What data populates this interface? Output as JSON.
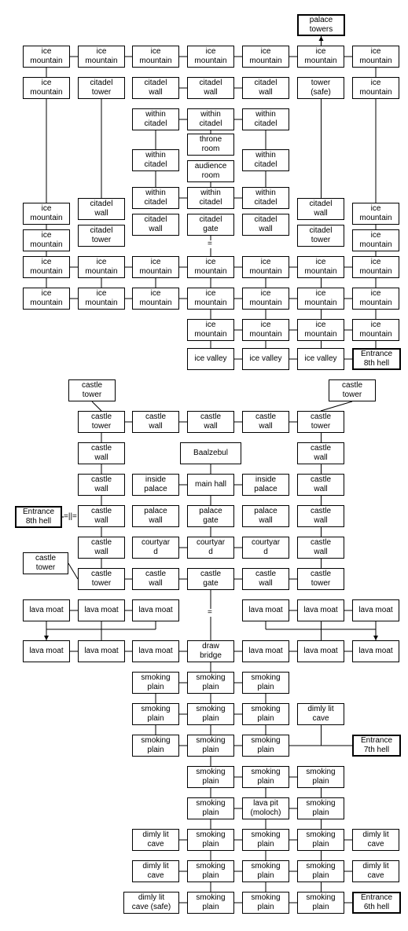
{
  "colors": {
    "line": "#000000",
    "box_border": "#000000",
    "background": "#ffffff"
  },
  "upper_map": {
    "exit": {
      "label": "palace\ntowers"
    },
    "row_1": {
      "cells": [
        "ice\nmountain",
        "ice\nmountain",
        "ice\nmountain",
        "ice\nmountain",
        "ice\nmountain",
        "ice\nmountain",
        "ice\nmountain"
      ]
    },
    "row_2": {
      "cells": [
        "ice\nmountain",
        "citadel\ntower",
        "citadel\nwall",
        "citadel\nwall",
        "citadel\nwall",
        "tower\n(safe)",
        "ice\nmountain"
      ]
    },
    "citadel_interior": {
      "row_a": [
        "within\ncitadel",
        "within\ncitadel",
        "within\ncitadel"
      ],
      "throne_room": "throne\nroom",
      "within_left": "within\ncitadel",
      "audience_room": "audience\nroom",
      "within_right": "within\ncitadel",
      "row_b": [
        "within\ncitadel",
        "within\ncitadel",
        "within\ncitadel"
      ],
      "row_c": [
        "citadel\nwall",
        "citadel\ngate",
        "citadel\nwall"
      ],
      "gate_symbol": "="
    },
    "side_cells": {
      "left_col": [
        "ice\nmountain",
        "ice\nmountain"
      ],
      "citadel_left": [
        "citadel\nwall",
        "citadel\ntower"
      ],
      "citadel_right": [
        "citadel\nwall",
        "citadel\ntower"
      ],
      "right_col": [
        "ice\nmountain",
        "ice\nmountain"
      ]
    },
    "row_3": {
      "cells": [
        "ice\nmountain",
        "ice\nmountain",
        "ice\nmountain",
        "ice\nmountain",
        "ice\nmountain",
        "ice\nmountain",
        "ice\nmountain"
      ]
    },
    "row_4": {
      "cells": [
        "ice\nmountain",
        "ice\nmountain",
        "ice\nmountain",
        "ice\nmountain",
        "ice\nmountain",
        "ice\nmountain",
        "ice\nmountain"
      ]
    },
    "row_5": {
      "cells": [
        "ice\nmountain",
        "ice\nmountain",
        "ice\nmountain",
        "ice\nmountain"
      ]
    },
    "row_6": {
      "cells": [
        "ice valley",
        "ice valley",
        "ice valley"
      ],
      "entrance": "Entrance\n8th hell"
    }
  },
  "lower_map": {
    "outer_towers": {
      "top_left": "castle\ntower",
      "top_right": "castle\ntower",
      "mid_left": "castle\ntower"
    },
    "entrance_8th": {
      "label": "Entrance\n8th hell",
      "door_symbol": "=||="
    },
    "row_1": {
      "cells": [
        "castle\ntower",
        "castle\nwall",
        "castle\nwall",
        "castle\nwall",
        "castle\ntower"
      ]
    },
    "row_2": {
      "left": "castle\nwall",
      "center": "Baalzebul",
      "right": "castle\nwall"
    },
    "row_3": {
      "cells": [
        "castle\nwall",
        "inside\npalace",
        "main hall",
        "inside\npalace",
        "castle\nwall"
      ]
    },
    "row_4": {
      "cells": [
        "castle\nwall",
        "palace\nwall",
        "palace\ngate",
        "palace\nwall",
        "castle\nwall"
      ]
    },
    "row_5": {
      "cells": [
        "castle\nwall",
        "courtyar\nd",
        "courtyar\nd",
        "courtyar\nd",
        "castle\nwall"
      ]
    },
    "row_6": {
      "cells": [
        "castle\ntower",
        "castle\nwall",
        "castle\ngate",
        "castle\nwall",
        "castle\ntower"
      ],
      "gate_symbol": "="
    },
    "moat_upper": {
      "cells": [
        "lava moat",
        "lava moat",
        "lava moat",
        "lava moat",
        "lava moat",
        "lava moat"
      ]
    },
    "moat_lower": {
      "cells": [
        "lava moat",
        "lava moat",
        "lava moat",
        "draw\nbridge",
        "lava moat",
        "lava moat",
        "lava moat"
      ]
    },
    "plain_1": {
      "cells": [
        "smoking\nplain",
        "smoking\nplain",
        "smoking\nplain"
      ]
    },
    "plain_2": {
      "cells": [
        "smoking\nplain",
        "smoking\nplain",
        "smoking\nplain"
      ],
      "cave": "dimly lit\ncave"
    },
    "plain_3": {
      "cells": [
        "smoking\nplain",
        "smoking\nplain",
        "smoking\nplain"
      ],
      "entrance": "Entrance\n7th hell"
    },
    "plain_4": {
      "cells": [
        "smoking\nplain",
        "smoking\nplain",
        "smoking\nplain"
      ]
    },
    "plain_5": {
      "cells": [
        "smoking\nplain",
        "lava pit\n(moloch)",
        "smoking\nplain"
      ]
    },
    "plain_6": {
      "cells": [
        "dimly lit\ncave",
        "smoking\nplain",
        "smoking\nplain",
        "smoking\nplain",
        "dimly lit\ncave"
      ]
    },
    "plain_7": {
      "cells": [
        "dimly lit\ncave",
        "smoking\nplain",
        "smoking\nplain",
        "smoking\nplain",
        "dimly lit\ncave"
      ]
    },
    "plain_8": {
      "cells": [
        "dimly lit\ncave (safe)",
        "smoking\nplain",
        "smoking\nplain",
        "smoking\nplain"
      ],
      "entrance": "Entrance\n6th hell"
    }
  }
}
